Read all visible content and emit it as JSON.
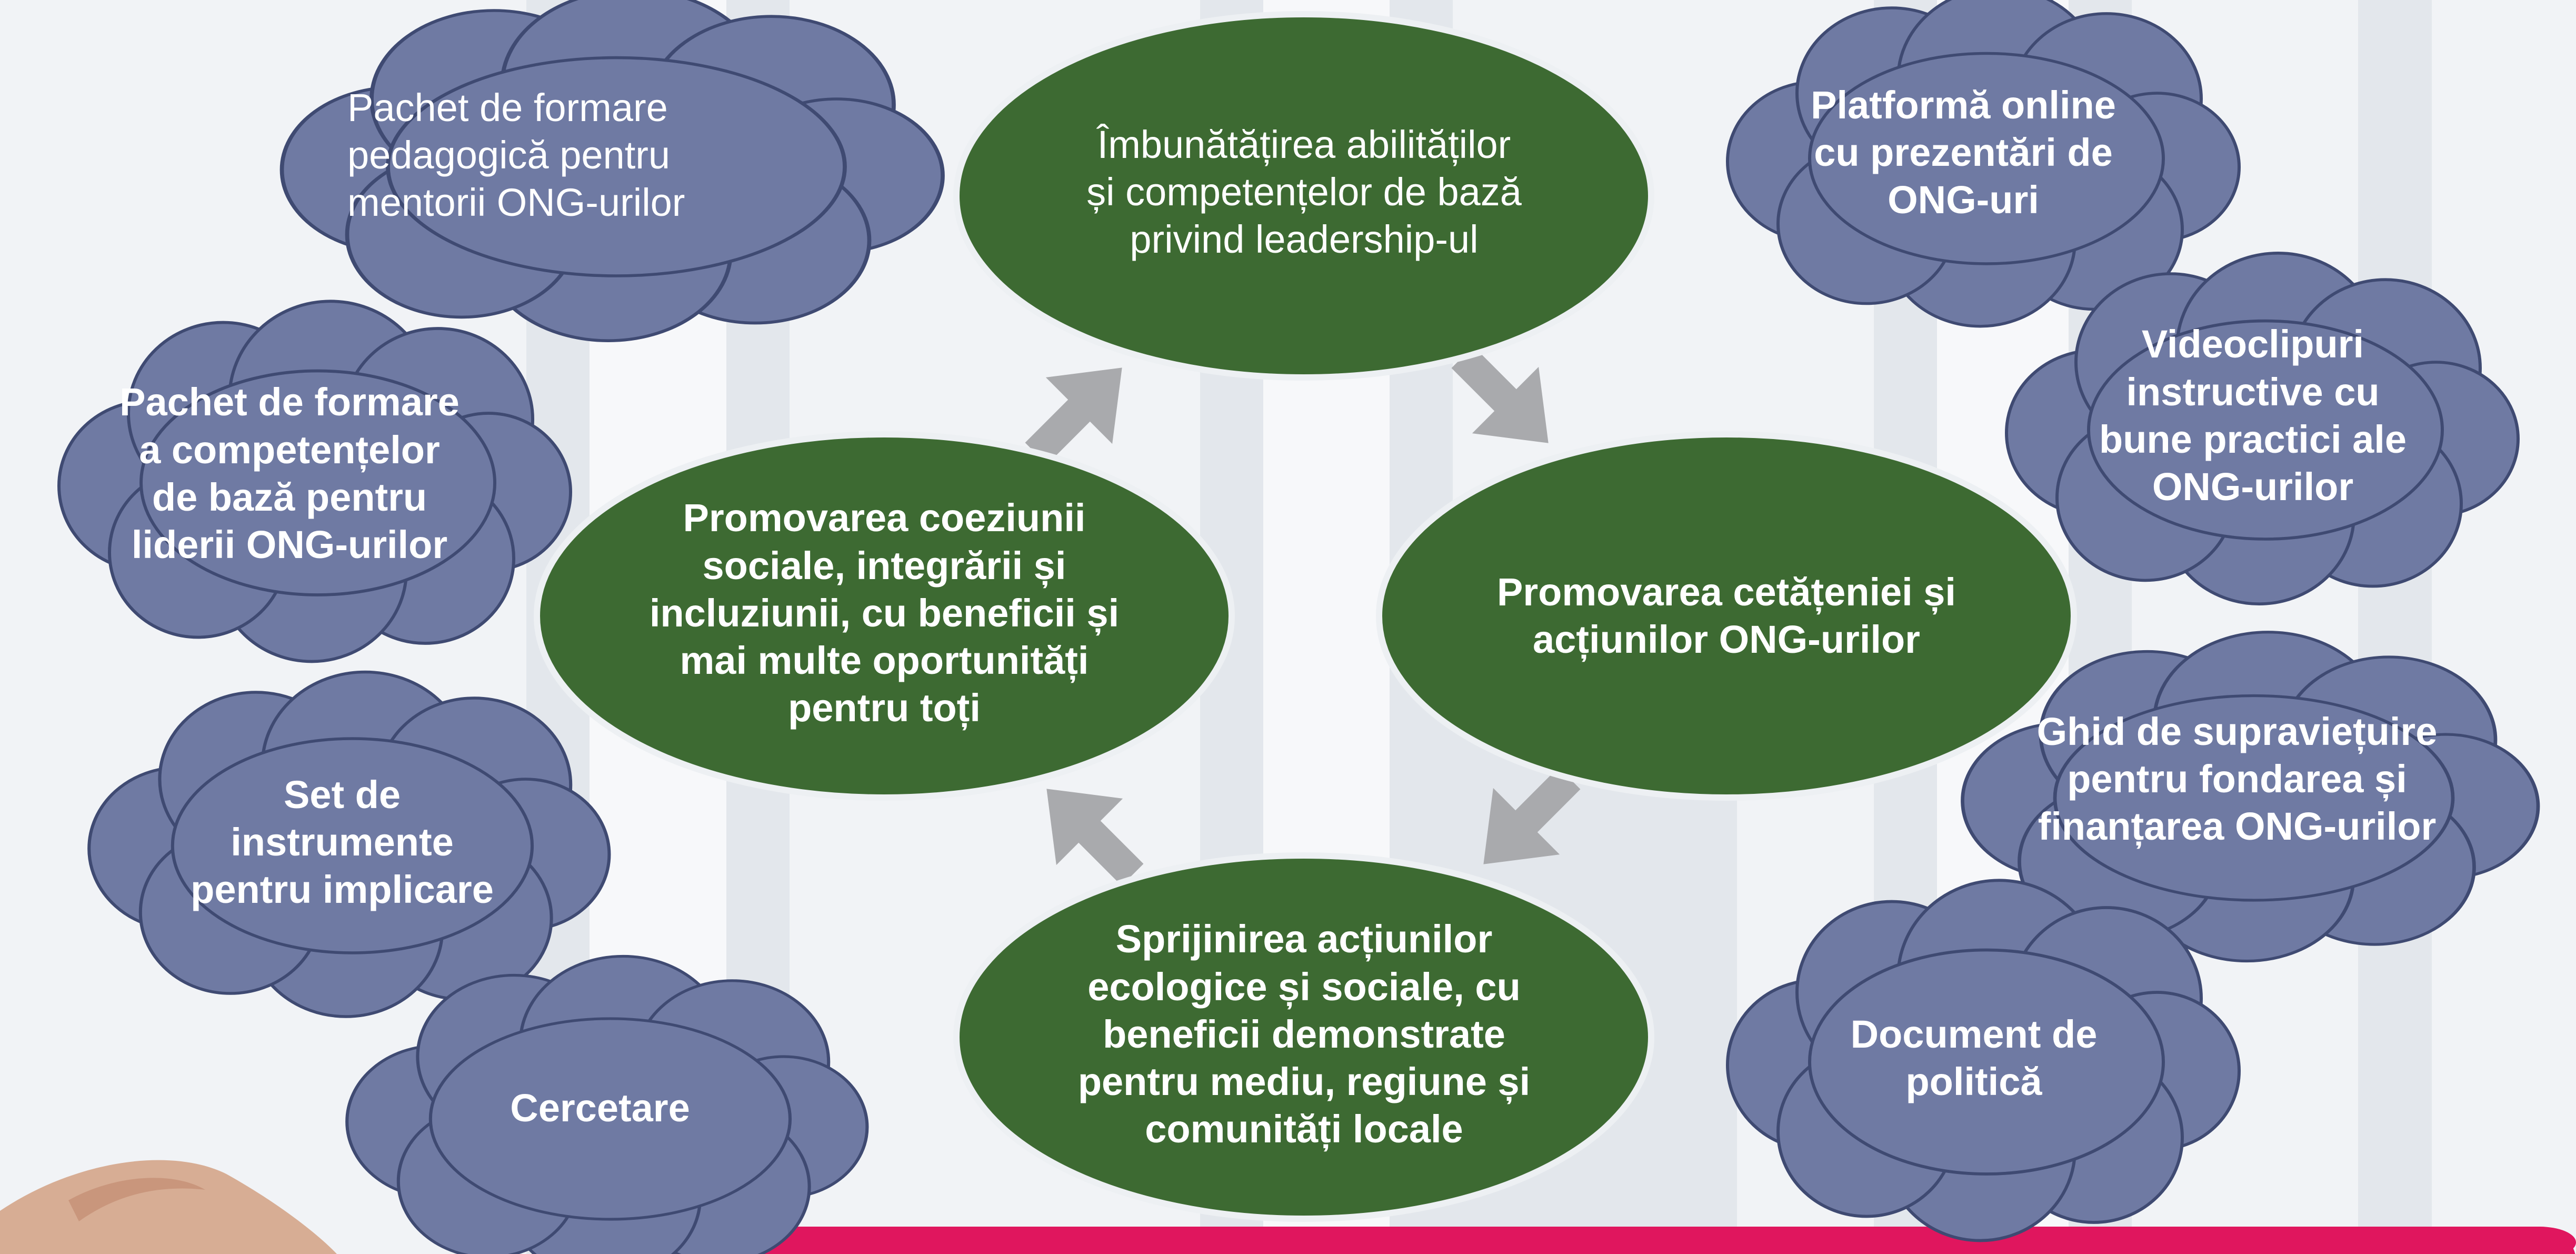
{
  "colors": {
    "ellipse_fill": "#3d6a32",
    "ellipse_stroke": "#edf0f3",
    "cloud_fill": "#6f7aa3",
    "cloud_stroke": "#3f4a72",
    "arrow_fill": "#a9aaad",
    "banner": "#e0165e",
    "background": "#f1f3f6"
  },
  "goals": {
    "top": "Îmbunătățirea abilităților\nși competențelor de bază\nprivind leadership-ul",
    "left": "Promovarea coeziunii\nsociale, integrării și\nincluziunii, cu beneficii și\nmai multe oportunități\npentru toți",
    "right": "Promovarea cetățeniei și\nacțiunilor ONG-urilor",
    "bottom": "Sprijinirea acțiunilor\necologice și sociale, cu\nbeneficii demonstrate\npentru mediu, regiune și\ncomunități locale"
  },
  "outputs": {
    "mentor_training": "Pachet de formare\npedagogică pentru\nmentorii ONG-urilor",
    "leader_training": "Pachet de formare\na competențelor\nde bază pentru\nliderii ONG-urilor",
    "toolkit": "Set de\ninstrumente\npentru implicare",
    "research": "Cercetare",
    "online_platform": "Platformă online\ncu prezentări de\nONG-uri",
    "videos": "Videoclipuri\ninstructive cu\nbune practici ale\nONG-urilor",
    "survival_guide": "Ghid de supraviețuire\npentru fondarea și\nfinanțarea ONG-urilor",
    "policy_document": "Document de\npolitică"
  },
  "cycle_arrows": [
    "arrow-top-to-right",
    "arrow-right-to-bottom",
    "arrow-bottom-to-left",
    "arrow-left-to-top"
  ]
}
